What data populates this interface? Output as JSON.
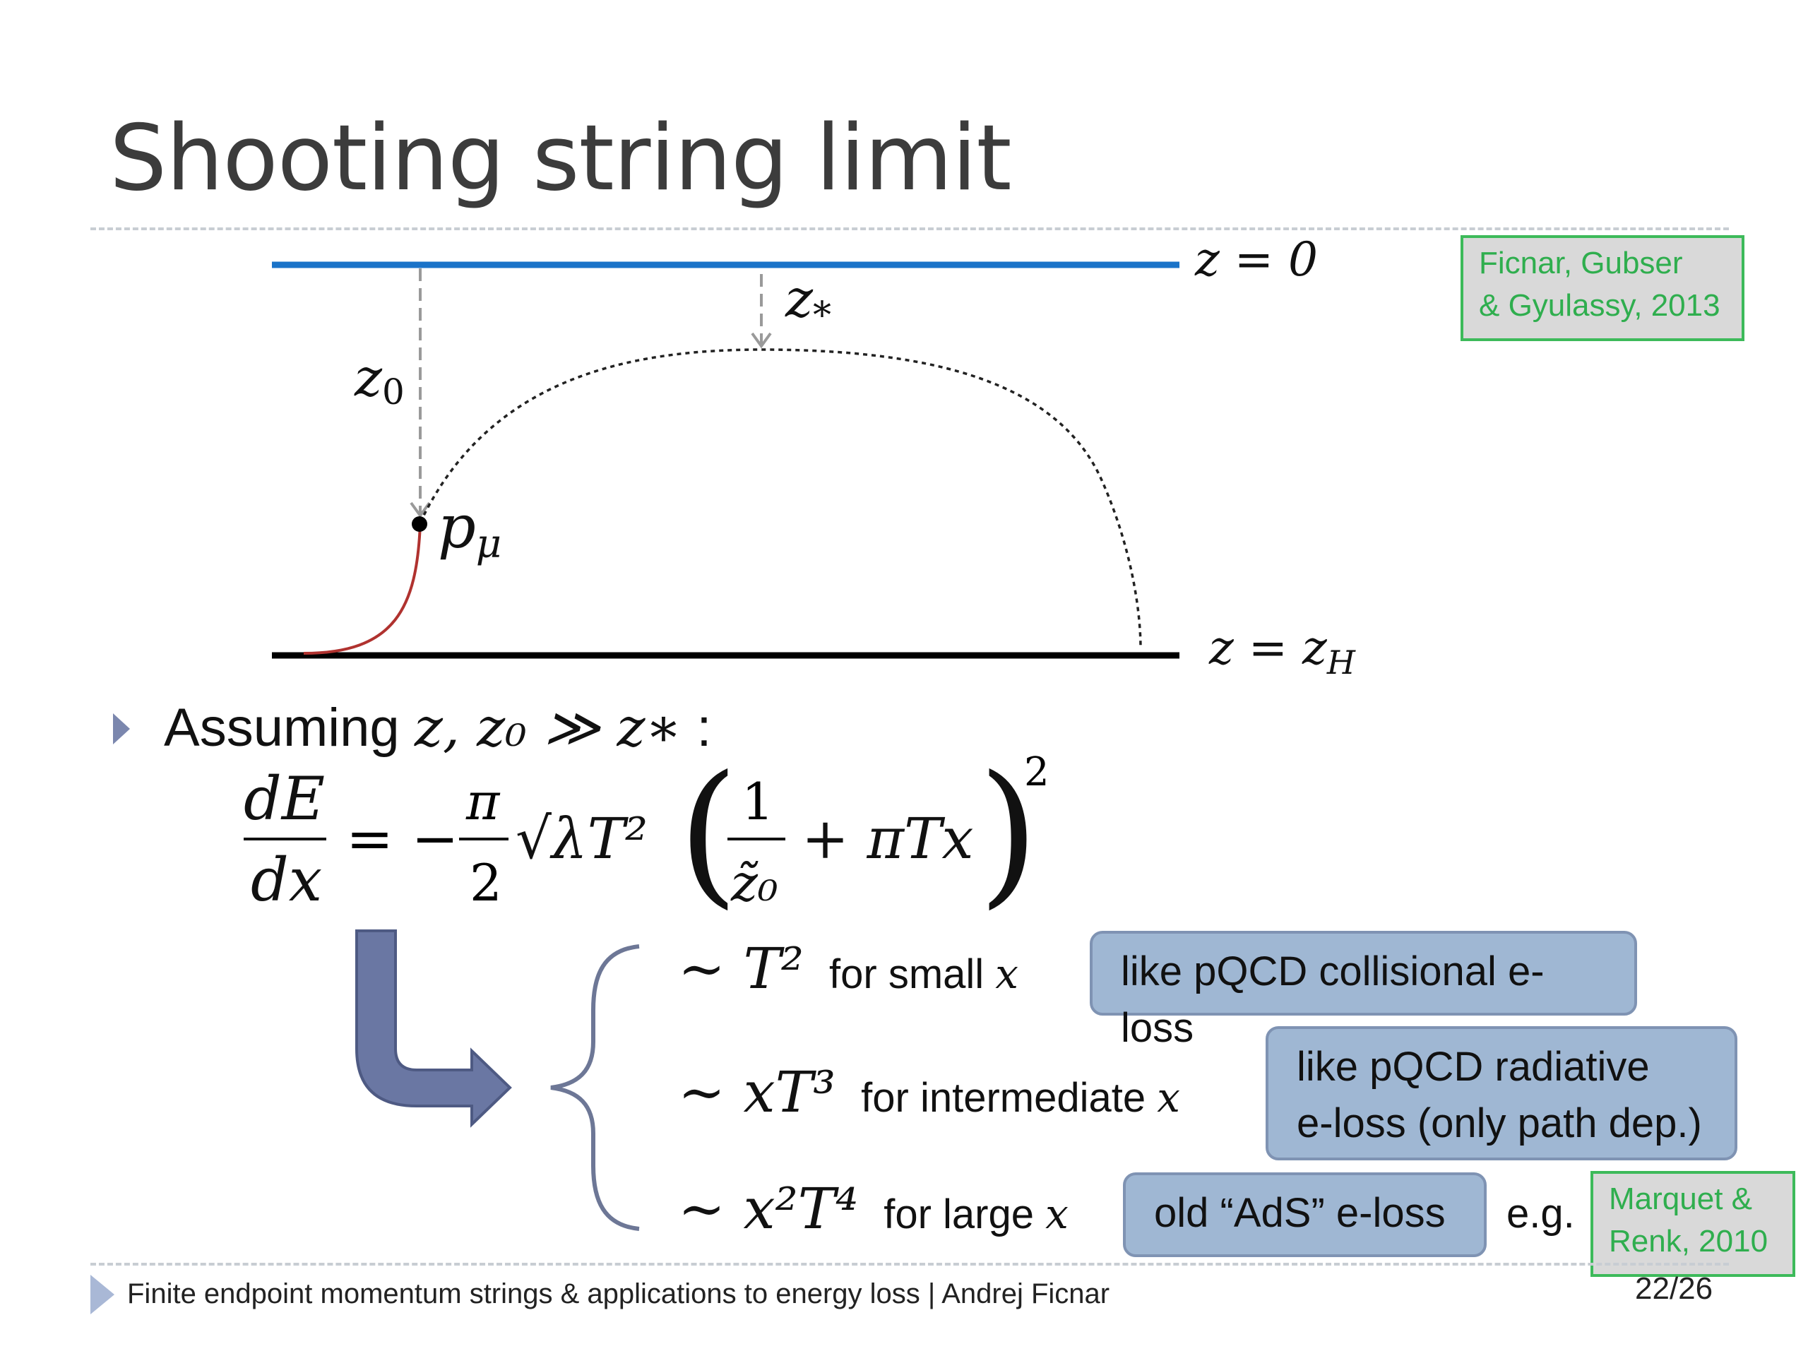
{
  "slide": {
    "title": "Shooting string limit",
    "citation_top": [
      "Ficnar, Gubser",
      "& Gyulassy, 2013"
    ],
    "citation_bottom": [
      "Marquet &",
      "Renk, 2010"
    ]
  },
  "diagram": {
    "label_z_zero": "z = 0",
    "label_z_h": "z = z",
    "label_z_h_sub": "H",
    "label_z0": "z",
    "label_z0_sub": "0",
    "label_zstar": "z",
    "label_zstar_sub": "*",
    "label_p": "p",
    "label_p_sub": "μ"
  },
  "assumption": {
    "prefix": "Assuming ",
    "math": "z, z₀ ≫ z∗",
    "suffix": " :"
  },
  "equation": {
    "lhs_num": "dE",
    "lhs_den": "dx",
    "equals": "= −",
    "pi_num": "π",
    "pi_den": "2",
    "sqrt": "√λT²",
    "inner_num": "1",
    "inner_den": "z̃₀",
    "inner_rest": "+ πTx",
    "exponent": "2"
  },
  "regimes": [
    {
      "scaling": "∼ T²",
      "text": "for small ",
      "var": "x",
      "box": [
        "like pQCD collisional e-loss"
      ]
    },
    {
      "scaling": "∼ xT³",
      "text": "for intermediate ",
      "var": "x",
      "box": [
        "like pQCD radiative",
        "e-loss (only path dep.)"
      ]
    },
    {
      "scaling": "∼ x²T⁴",
      "text": "for large ",
      "var": "x",
      "box": [
        "old “AdS” e-loss"
      ],
      "extra": "e.g."
    }
  ],
  "footer": {
    "text": "Finite endpoint momentum strings & applications to energy loss  |  Andrej Ficnar",
    "page": "22/26"
  }
}
